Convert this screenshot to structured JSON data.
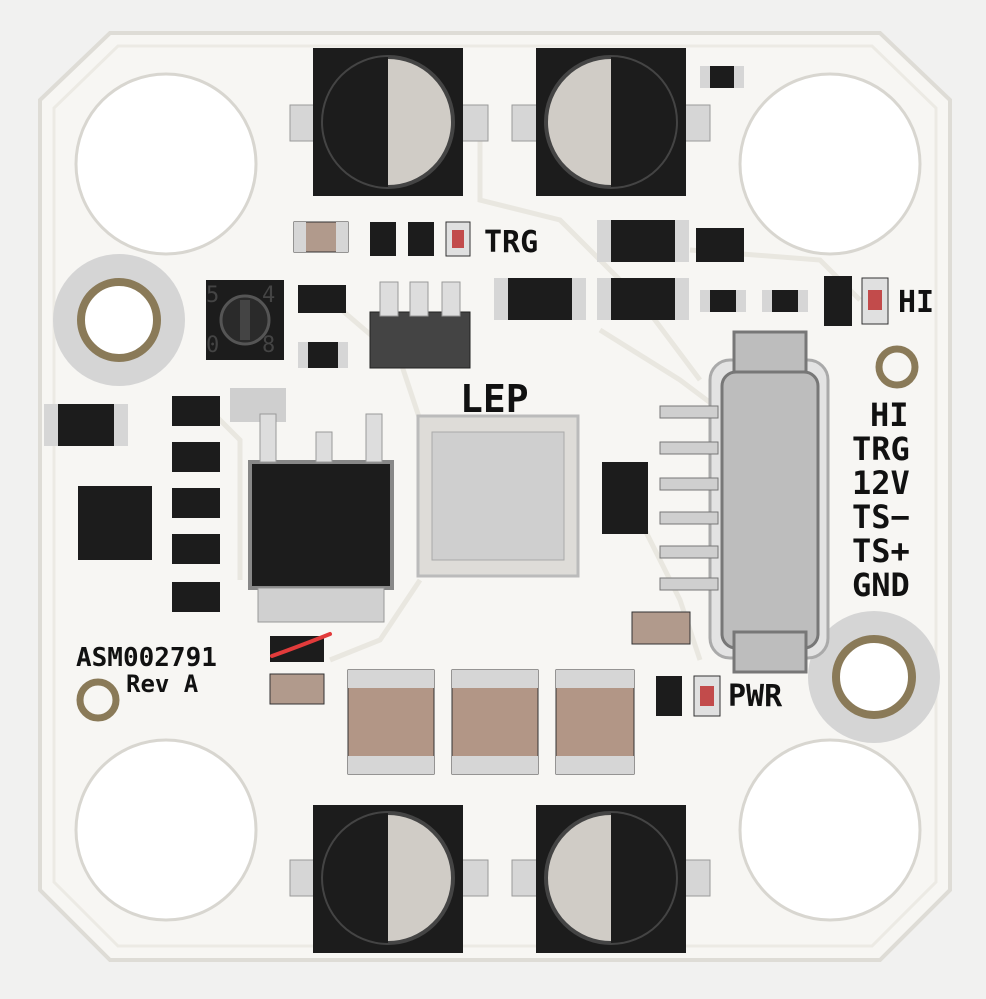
{
  "board": {
    "silk_colors": {
      "board": "#f7f6f3",
      "edge": "#dcdcd8",
      "ink": "#111111",
      "mark": "#e23b3b"
    },
    "labels": {
      "lep": "LEP",
      "trg": "TRG",
      "hi": "HI",
      "pwr": "PWR",
      "part_number": "ASM002791",
      "revision": "Rev A",
      "switch_digits": [
        "5",
        "4",
        "0",
        "8"
      ]
    },
    "connector_pins": [
      "HI",
      "TRG",
      "12V",
      "TS−",
      "TS+",
      "GND"
    ]
  }
}
